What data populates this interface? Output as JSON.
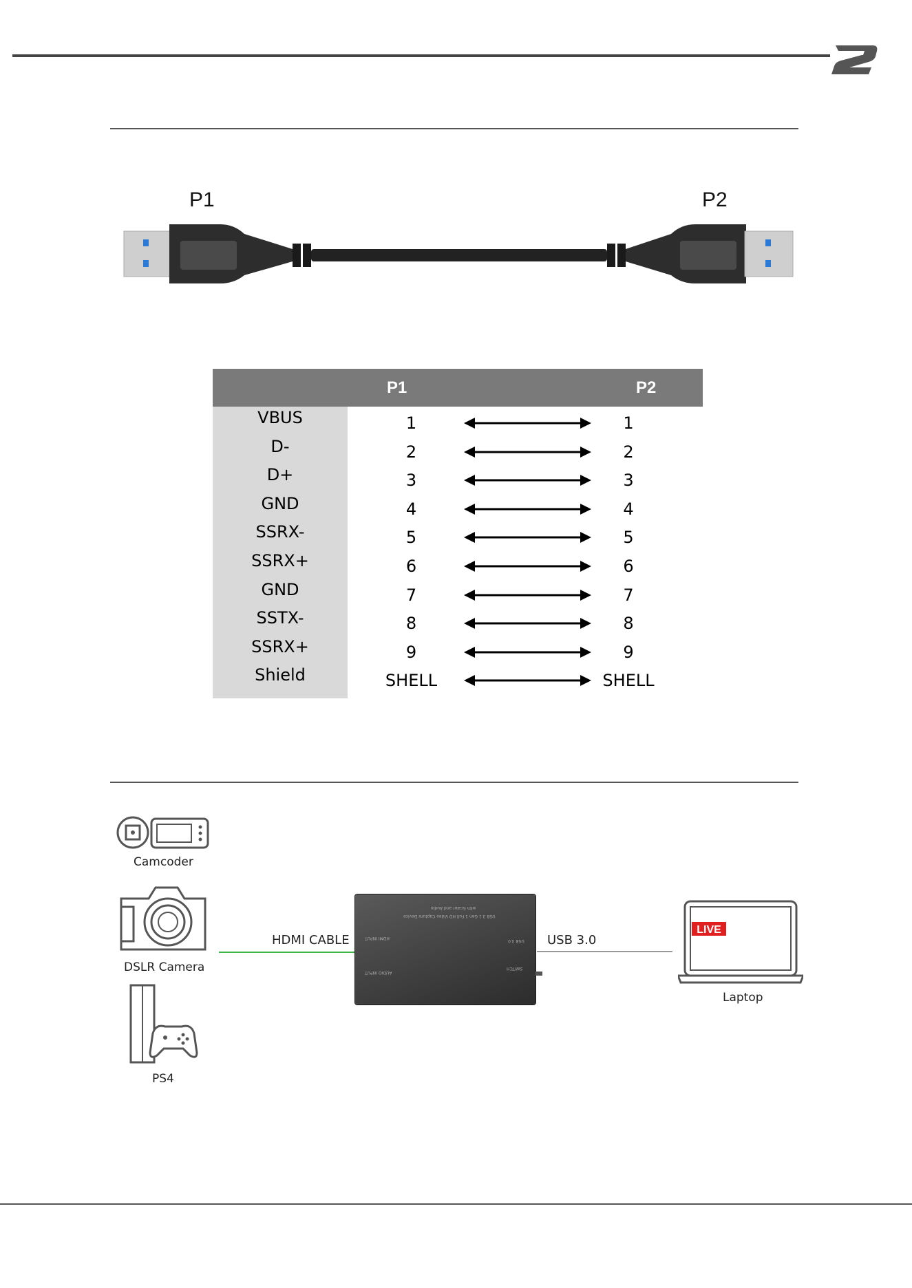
{
  "brand": {
    "logo_icon": "bzb-logo-icon"
  },
  "cable": {
    "left_label": "P1",
    "right_label": "P2"
  },
  "pin_table": {
    "headers": {
      "p1": "P1",
      "p2": "P2"
    },
    "rows": [
      {
        "signal": "VBUS",
        "p1": "1",
        "p2": "1"
      },
      {
        "signal": "D-",
        "p1": "2",
        "p2": "2"
      },
      {
        "signal": "D+",
        "p1": "3",
        "p2": "3"
      },
      {
        "signal": "GND",
        "p1": "4",
        "p2": "4"
      },
      {
        "signal": "SSRX-",
        "p1": "5",
        "p2": "5"
      },
      {
        "signal": "SSRX+",
        "p1": "6",
        "p2": "6"
      },
      {
        "signal": "GND",
        "p1": "7",
        "p2": "7"
      },
      {
        "signal": "SSTX-",
        "p1": "8",
        "p2": "8"
      },
      {
        "signal": "SSRX+",
        "p1": "9",
        "p2": "9"
      },
      {
        "signal": "Shield",
        "p1": "SHELL",
        "p2": "SHELL"
      }
    ]
  },
  "connection": {
    "sources": [
      {
        "label": "Camcoder",
        "icon": "camcorder-icon"
      },
      {
        "label": "DSLR Camera",
        "icon": "dslr-camera-icon"
      },
      {
        "label": "PS4",
        "icon": "ps4-console-icon"
      }
    ],
    "hdmi_label": "HDMI CABLE",
    "usb_label": "USB 3.0",
    "laptop": {
      "label": "Laptop",
      "badge": "LIVE",
      "icon": "laptop-icon"
    },
    "device_icon": "capture-device-icon",
    "colors": {
      "hdmi_line": "#3bb54a",
      "live_badge": "#e02020"
    }
  }
}
